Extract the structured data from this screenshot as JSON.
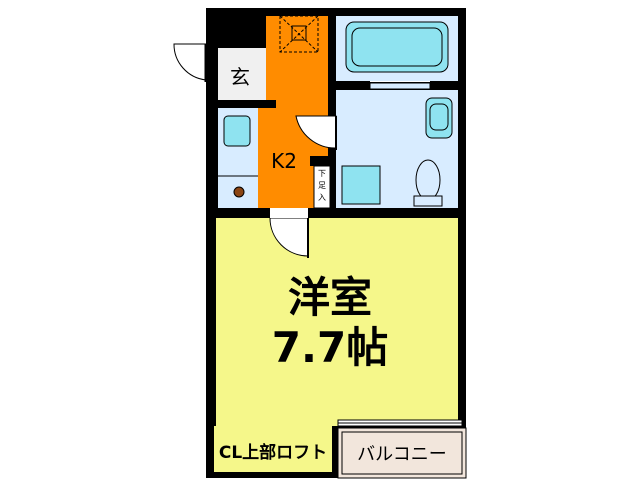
{
  "rooms": {
    "entrance": "玄",
    "kitchen": "K2",
    "main_room_name": "洋室",
    "main_room_size": "7.7帖",
    "closet": "CL上部ロフト",
    "balcony": "バルコニー",
    "shoebox_label": [
      "下",
      "足",
      "入"
    ]
  },
  "colors": {
    "wall": "#000000",
    "kitchen": "#ff8c00",
    "wet_area": "#d8ecff",
    "main_room": "#f5f78a",
    "balcony": "#f2e6dc",
    "fixture": "#8fe3f0"
  }
}
